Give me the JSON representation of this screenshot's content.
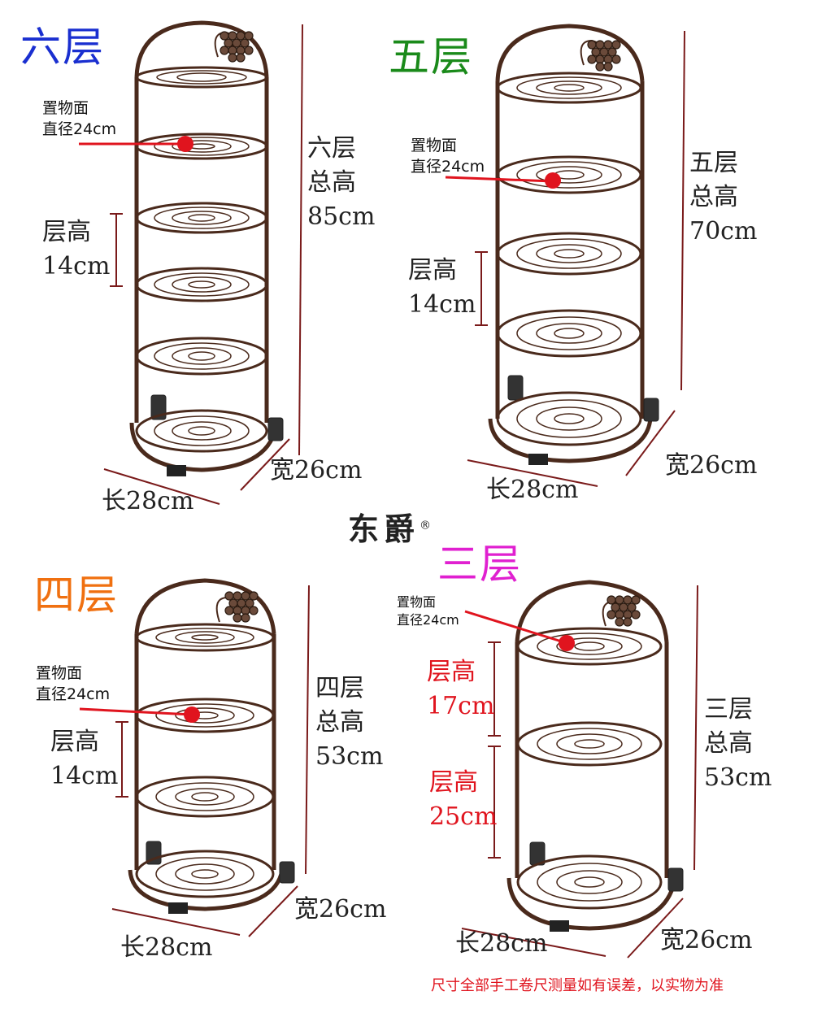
{
  "brand": {
    "name": "东爵",
    "mark": "®"
  },
  "colors": {
    "six": "#1a2fd0",
    "five": "#1a8a1a",
    "four": "#f07010",
    "three": "#e020d0",
    "rack": "#4a2a1c",
    "red": "#e0141e"
  },
  "racks": {
    "six": {
      "title": "六层",
      "surface_line1": "置物面",
      "surface_line2": "直径24cm",
      "layer_label": "层高",
      "layer_value": "14cm",
      "total_line1": "六层",
      "total_line2": "总高",
      "total_value": "85cm",
      "width_label": "宽26cm",
      "length_label": "长28cm"
    },
    "five": {
      "title": "五层",
      "surface_line1": "置物面",
      "surface_line2": "直径24cm",
      "layer_label": "层高",
      "layer_value": "14cm",
      "total_line1": "五层",
      "total_line2": "总高",
      "total_value": "70cm",
      "width_label": "宽26cm",
      "length_label": "长28cm"
    },
    "four": {
      "title": "四层",
      "surface_line1": "置物面",
      "surface_line2": "直径24cm",
      "layer_label": "层高",
      "layer_value": "14cm",
      "total_line1": "四层",
      "total_line2": "总高",
      "total_value": "53cm",
      "width_label": "宽26cm",
      "length_label": "长28cm"
    },
    "three": {
      "title": "三层",
      "surface_line1": "置物面",
      "surface_line2": "直径24cm",
      "layer1_label": "层高",
      "layer1_value": "17cm",
      "layer2_label": "层高",
      "layer2_value": "25cm",
      "total_line1": "三层",
      "total_line2": "总高",
      "total_value": "53cm",
      "width_label": "宽26cm",
      "length_label": "长28cm"
    }
  },
  "footnote": "尺寸全部手工卷尺测量如有误差，以实物为准"
}
